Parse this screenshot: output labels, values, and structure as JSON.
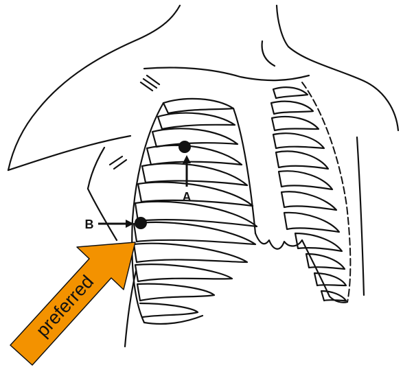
{
  "labels": {
    "a": "A",
    "b": "B",
    "preferred": "preferred"
  },
  "colors": {
    "ink": "#111111",
    "preferred_arrow": "#f39200",
    "background": "#ffffff"
  },
  "icons": {
    "site_marker": "filled-dot",
    "pointer": "arrow"
  }
}
